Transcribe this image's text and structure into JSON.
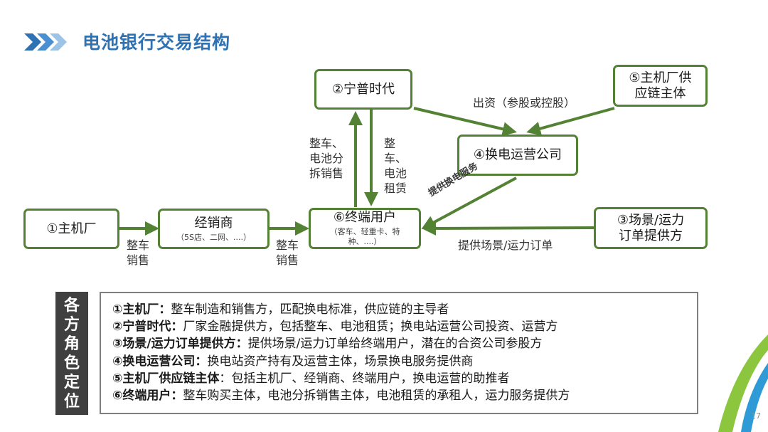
{
  "slide": {
    "title": "电池银行交易结构",
    "page_number": "17"
  },
  "colors": {
    "box_border": "#548235",
    "arrow": "#548235",
    "title": "#2e72b3",
    "side_box": "#404040"
  },
  "nodes": {
    "oem": {
      "label": "①主机厂"
    },
    "catl": {
      "label": "②宁普时代"
    },
    "scene": {
      "label": "③场景/运力订单提供方"
    },
    "swap": {
      "label": "④换电运营公司"
    },
    "supplier": {
      "label": "⑤主机厂供应链主体"
    },
    "enduser": {
      "label": "⑥终端用户",
      "sub": "（客车、轻重卡、特种、....）"
    },
    "dealer": {
      "label": "经销商",
      "sub": "（5S店、二网、....）"
    }
  },
  "edge_labels": {
    "oem_to_dealer": "整车销售",
    "dealer_to_user": "整车销售",
    "user_to_catl": "整车、电池分拆销售",
    "catl_to_user": "整车、电池租赁",
    "invest": "出资（参股或控股）",
    "swap_service": "提供换电服务",
    "scene_orders": "提供场景/运力订单"
  },
  "roles_heading": "各方角色定位",
  "roles": [
    {
      "name": "①主机厂：",
      "desc": "整车制造和销售方，匹配换电标准，供应链的主导者"
    },
    {
      "name": "②宁普时代：",
      "desc": "厂家金融提供方，包括整车、电池租赁；换电站运营公司投资、运营方"
    },
    {
      "name": "③场景/运力订单提供方：",
      "desc": "提供场景/运力订单给终端用户，潜在的合资公司参股方"
    },
    {
      "name": "④换电运营公司：",
      "desc": "换电站资产持有及运营主体，场景换电服务提供商"
    },
    {
      "name": "⑤主机厂供应链主体",
      "desc": "：包括主机厂、经销商、终端用户，换电运营的助推者"
    },
    {
      "name": "⑥终端用户：",
      "desc": "整车购买主体，电池分拆销售主体，电池租赁的承租人，运力服务提供方"
    }
  ]
}
